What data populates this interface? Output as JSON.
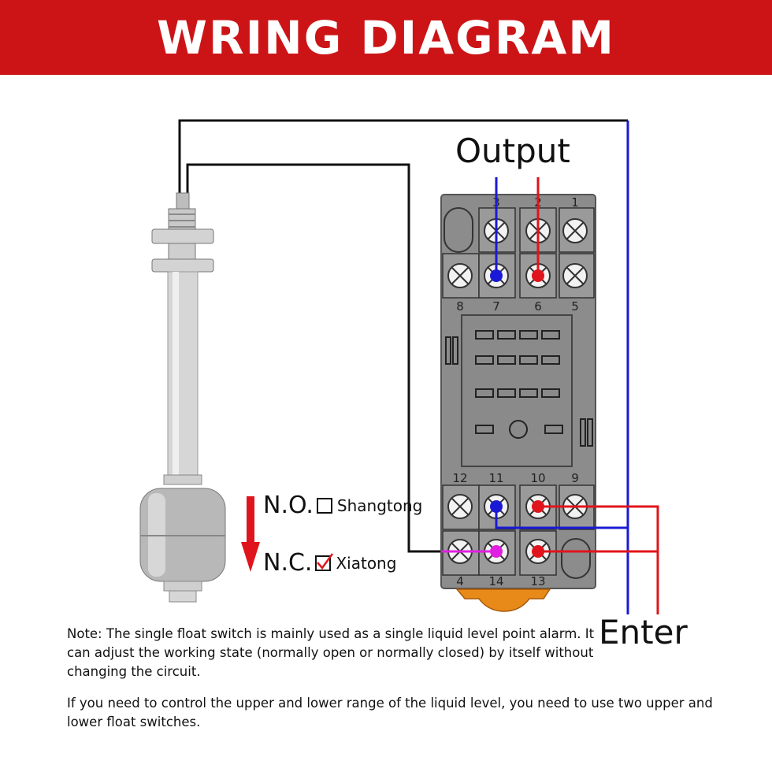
{
  "header": {
    "title": "WRING DIAGRAM",
    "bg_color": "#cc1417"
  },
  "labels": {
    "output": "Output",
    "enter": "Enter"
  },
  "switch_modes": [
    {
      "abbr": "N.O.",
      "name": "Shangtong",
      "checked": false
    },
    {
      "abbr": "N.C.",
      "name": "Xiatong",
      "checked": true
    }
  ],
  "terminals": {
    "top_numbers": [
      "3",
      "2",
      "1"
    ],
    "row2_numbers": [
      "8",
      "7",
      "6",
      "5"
    ],
    "row3_numbers": [
      "12",
      "11",
      "10",
      "9"
    ],
    "bottom_numbers": [
      "4",
      "14",
      "13"
    ]
  },
  "notes": {
    "note1": "Note: The single float switch is mainly used as a single liquid level point alarm. It can adjust the working state (normally open or normally closed) by itself without changing the circuit.",
    "note2": "If you need to control the upper and lower range of the liquid level, you need to use two upper and lower float switches."
  },
  "colors": {
    "wire_blue": "#1a1ad6",
    "wire_red": "#e0141c",
    "wire_magenta": "#e020e0",
    "socket_gray": "#8c8c8c",
    "arrow_red": "#e0141c",
    "clip_orange": "#e88a1a"
  }
}
